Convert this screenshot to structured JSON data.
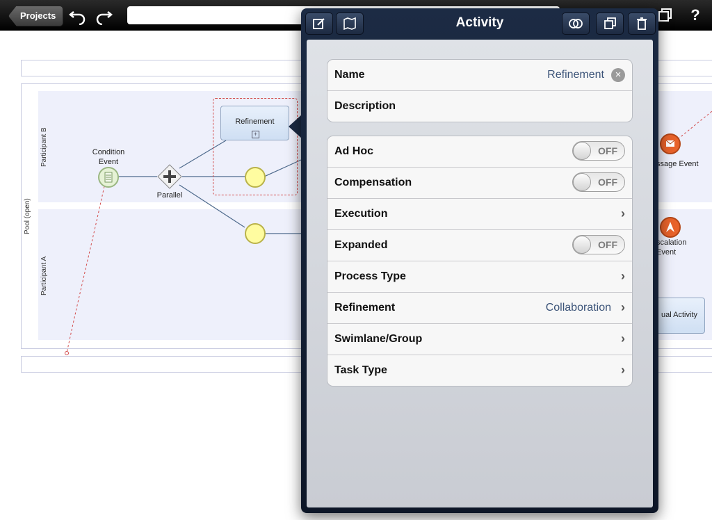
{
  "toolbar": {
    "back_label": "Projects",
    "undo_icon": "undo-icon",
    "redo_icon": "redo-icon",
    "help_label": "?"
  },
  "canvas": {
    "pool_label": "Pool (open)",
    "lanes": [
      "Participant B",
      "Participant A"
    ],
    "condition_event_label": "Condition\nEvent",
    "gateway_label": "Parallel",
    "task_label": "Refinement",
    "right_labels": {
      "message": "ssage Event",
      "escalation": "scalation\nEvent",
      "activity": "ual Activity"
    }
  },
  "popover": {
    "title": "Activity",
    "fields": {
      "name": {
        "label": "Name",
        "value": "Refinement"
      },
      "description": {
        "label": "Description"
      }
    },
    "properties": [
      {
        "label": "Ad Hoc",
        "kind": "toggle",
        "state": "OFF"
      },
      {
        "label": "Compensation",
        "kind": "toggle",
        "state": "OFF"
      },
      {
        "label": "Execution",
        "kind": "nav"
      },
      {
        "label": "Expanded",
        "kind": "toggle",
        "state": "OFF"
      },
      {
        "label": "Process Type",
        "kind": "nav"
      },
      {
        "label": "Refinement",
        "kind": "nav",
        "value": "Collaboration"
      },
      {
        "label": "Swimlane/Group",
        "kind": "nav"
      },
      {
        "label": "Task Type",
        "kind": "nav"
      }
    ]
  },
  "colors": {
    "popover_bg": "#1c2b44",
    "value_text": "#3b5378",
    "lane_bg": "#eef0fb"
  }
}
